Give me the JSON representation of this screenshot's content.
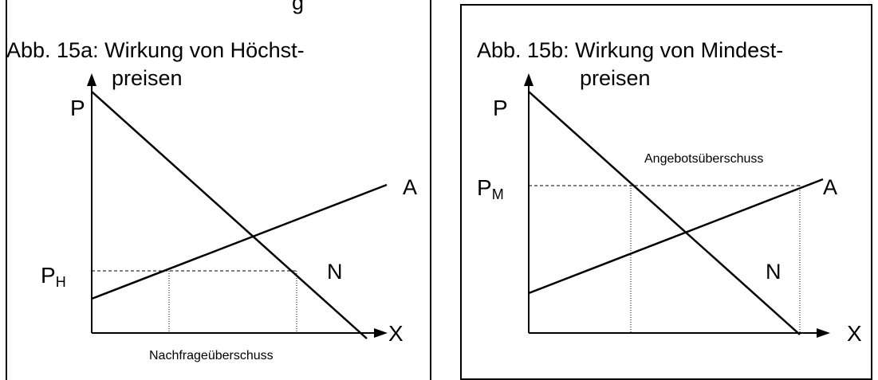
{
  "top_text": "g",
  "diagram_a": {
    "title_line1": "Abb. 15a: Wirkung von Höchst-",
    "title_line2": "preisen",
    "y_axis_label": "P",
    "x_axis_label": "X",
    "supply_label": "A",
    "demand_label": "N",
    "price_label_main": "P",
    "price_label_sub": "H",
    "gap_label": "Nachfrageüberschuss"
  },
  "diagram_b": {
    "title_line1": "Abb. 15b: Wirkung von Mindest-",
    "title_line2": "preisen",
    "y_axis_label": "P",
    "x_axis_label": "X",
    "supply_label": "A",
    "demand_label": "N",
    "price_label_main": "P",
    "price_label_sub": "M",
    "gap_label": "Angebotsüberschuss"
  }
}
